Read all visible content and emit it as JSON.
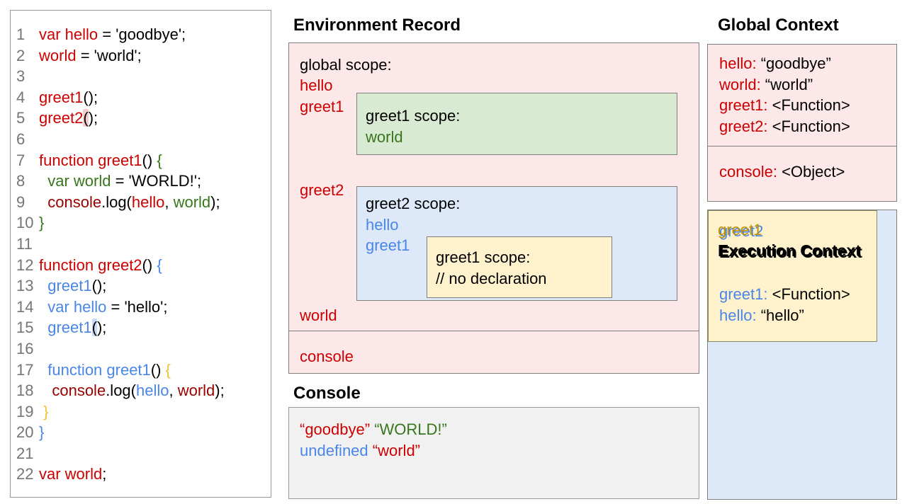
{
  "colors": {
    "red": "#cc0000",
    "darkred": "#990000",
    "green": "#38761d",
    "blue": "#4a86e8",
    "yellow": "#f1c232",
    "gold": "#bf9000",
    "black": "#000000",
    "hl_pink": "#f4cccc",
    "hl_blue": "#c9daf8"
  },
  "code": {
    "lines": [
      {
        "num": "1",
        "tokens": [
          {
            "t": "var hello",
            "c": "red"
          },
          {
            "t": " = 'goodbye';",
            "c": "black"
          }
        ]
      },
      {
        "num": "2",
        "tokens": [
          {
            "t": "world",
            "c": "red"
          },
          {
            "t": " = 'world';",
            "c": "black"
          }
        ]
      },
      {
        "num": "3",
        "tokens": []
      },
      {
        "num": "4",
        "tokens": [
          {
            "t": "greet1",
            "c": "red"
          },
          {
            "t": "();",
            "c": "black"
          }
        ]
      },
      {
        "num": "5",
        "tokens": [
          {
            "t": "greet2",
            "c": "red"
          },
          {
            "t": "(",
            "c": "black",
            "hl": "hl_pink"
          },
          {
            "t": ");",
            "c": "black"
          }
        ]
      },
      {
        "num": "6",
        "tokens": []
      },
      {
        "num": "7",
        "tokens": [
          {
            "t": "function greet1",
            "c": "red"
          },
          {
            "t": "() ",
            "c": "black"
          },
          {
            "t": "{",
            "c": "green"
          }
        ]
      },
      {
        "num": "8",
        "tokens": [
          {
            "t": "  ",
            "c": "black"
          },
          {
            "t": "var world",
            "c": "green"
          },
          {
            "t": " = 'WORLD!';",
            "c": "black"
          }
        ]
      },
      {
        "num": "9",
        "tokens": [
          {
            "t": "  ",
            "c": "black"
          },
          {
            "t": "console",
            "c": "darkred"
          },
          {
            "t": ".log(",
            "c": "black"
          },
          {
            "t": "hello",
            "c": "red"
          },
          {
            "t": ", ",
            "c": "black"
          },
          {
            "t": "world",
            "c": "green"
          },
          {
            "t": ");",
            "c": "black"
          }
        ]
      },
      {
        "num": "10",
        "tokens": [
          {
            "t": "}",
            "c": "green"
          }
        ]
      },
      {
        "num": "11",
        "tokens": []
      },
      {
        "num": "12",
        "tokens": [
          {
            "t": "function greet2",
            "c": "red"
          },
          {
            "t": "() ",
            "c": "black"
          },
          {
            "t": "{",
            "c": "blue"
          }
        ]
      },
      {
        "num": "13",
        "tokens": [
          {
            "t": "  ",
            "c": "black"
          },
          {
            "t": "greet1",
            "c": "blue"
          },
          {
            "t": "();",
            "c": "black"
          }
        ]
      },
      {
        "num": "14",
        "tokens": [
          {
            "t": "  ",
            "c": "black"
          },
          {
            "t": "var hello",
            "c": "blue"
          },
          {
            "t": " = 'hello';",
            "c": "black"
          }
        ]
      },
      {
        "num": "15",
        "tokens": [
          {
            "t": "  ",
            "c": "black"
          },
          {
            "t": "greet1",
            "c": "blue"
          },
          {
            "t": "(",
            "c": "black",
            "hl": "hl_blue"
          },
          {
            "t": ");",
            "c": "black"
          }
        ]
      },
      {
        "num": "16",
        "tokens": []
      },
      {
        "num": "17",
        "tokens": [
          {
            "t": "  ",
            "c": "black"
          },
          {
            "t": "function greet1",
            "c": "blue"
          },
          {
            "t": "() ",
            "c": "black"
          },
          {
            "t": "{",
            "c": "yellow"
          }
        ]
      },
      {
        "num": "18",
        "tokens": [
          {
            "t": "   ",
            "c": "black"
          },
          {
            "t": "console",
            "c": "darkred"
          },
          {
            "t": ".log(",
            "c": "black"
          },
          {
            "t": "hello",
            "c": "blue"
          },
          {
            "t": ", ",
            "c": "black"
          },
          {
            "t": "world",
            "c": "darkred"
          },
          {
            "t": ");",
            "c": "black"
          }
        ]
      },
      {
        "num": "19",
        "tokens": [
          {
            "t": " ",
            "c": "black"
          },
          {
            "t": "}",
            "c": "yellow"
          }
        ]
      },
      {
        "num": "20",
        "tokens": [
          {
            "t": "}",
            "c": "blue"
          }
        ]
      },
      {
        "num": "21",
        "tokens": []
      },
      {
        "num": "22",
        "tokens": [
          {
            "t": "var world",
            "c": "red"
          },
          {
            "t": ";",
            "c": "black"
          }
        ]
      }
    ]
  },
  "environment_record": {
    "title": "Environment Record",
    "global_scope": {
      "label": "global scope:",
      "var_hello": "hello",
      "var_greet1": "greet1",
      "var_greet2": "greet2",
      "var_world": "world"
    },
    "greet1_scope": {
      "label": "greet1 scope:",
      "var_world": "world"
    },
    "greet2_scope": {
      "label": "greet2 scope:",
      "var_hello": "hello",
      "var_greet1": "greet1"
    },
    "nested_greet1_scope": {
      "label": "greet1 scope:",
      "comment": "// no declaration"
    },
    "console_row": {
      "label": "console"
    }
  },
  "console": {
    "title": "Console",
    "lines": [
      {
        "tokens": [
          {
            "t": "“goodbye”",
            "c": "red"
          },
          {
            "t": " ",
            "c": "black"
          },
          {
            "t": "“WORLD!”",
            "c": "green"
          }
        ]
      },
      {
        "tokens": [
          {
            "t": "undefined",
            "c": "blue"
          },
          {
            "t": " ",
            "c": "black"
          },
          {
            "t": "“world”",
            "c": "red"
          }
        ]
      }
    ]
  },
  "global_context": {
    "title": "Global Context",
    "vars": [
      {
        "name": "hello:",
        "value": " “goodbye”"
      },
      {
        "name": "world:",
        "value": " “world”"
      },
      {
        "name": "greet1:",
        "value": " <Function>"
      },
      {
        "name": "greet2:",
        "value": " <Function>"
      }
    ],
    "console_entries": [
      {
        "name": "console:",
        "value": " <Object>"
      }
    ]
  },
  "greet2_context": {
    "name": "greet2",
    "title": "Execution Context",
    "entries": [
      {
        "name": "greet1:",
        "value": " <Function>"
      },
      {
        "name": "hello:",
        "value": " “hello”"
      }
    ],
    "inner": {
      "name": "greet1",
      "title": "Execution Context"
    }
  }
}
